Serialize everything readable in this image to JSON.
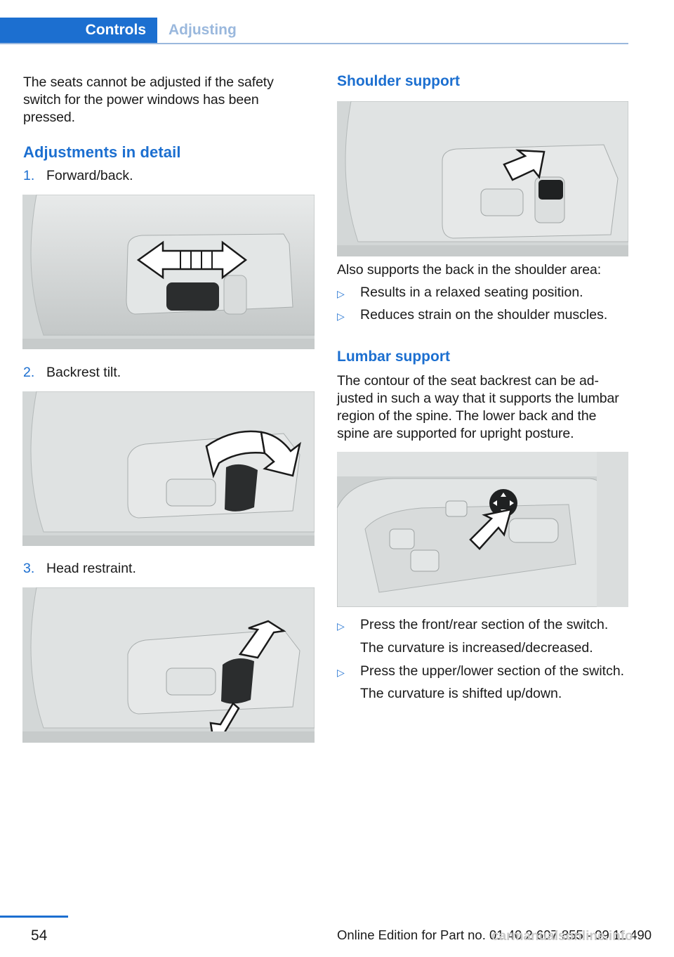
{
  "header": {
    "tab_active": "Controls",
    "tab_inactive": "Adjusting"
  },
  "left": {
    "intro": "The seats cannot be adjusted if the safety switch for the power windows has been pressed.",
    "heading": "Adjustments in detail",
    "steps": [
      {
        "num": "1.",
        "label": "Forward/back."
      },
      {
        "num": "2.",
        "label": "Backrest tilt."
      },
      {
        "num": "3.",
        "label": "Head restraint."
      }
    ]
  },
  "right": {
    "shoulder": {
      "heading": "Shoulder support",
      "caption": "Also supports the back in the shoulder area:",
      "bullets": [
        "Results in a relaxed seating position.",
        "Reduces strain on the shoulder muscles."
      ]
    },
    "lumbar": {
      "heading": "Lumbar support",
      "text": "The contour of the seat backrest can be ad-justed in such a way that it supports the lumbar region of the spine. The lower back and the spine are supported for upright posture.",
      "bullets": [
        {
          "main": "Press the front/rear section of the switch.",
          "sub": "The curvature is increased/decreased."
        },
        {
          "main": "Press the upper/lower section of the switch.",
          "sub": "The curvature is shifted up/down."
        }
      ]
    }
  },
  "footer": {
    "page_number": "54",
    "edition": "Online Edition for Part no. 01 40 2 607 855 - 09 11 490",
    "watermark": "carmanualsonline.info"
  },
  "icons": {
    "bullet": "triangle-right-icon"
  },
  "colors": {
    "accent": "#1c6fd0",
    "tab_inactive": "#9ab8dd"
  }
}
